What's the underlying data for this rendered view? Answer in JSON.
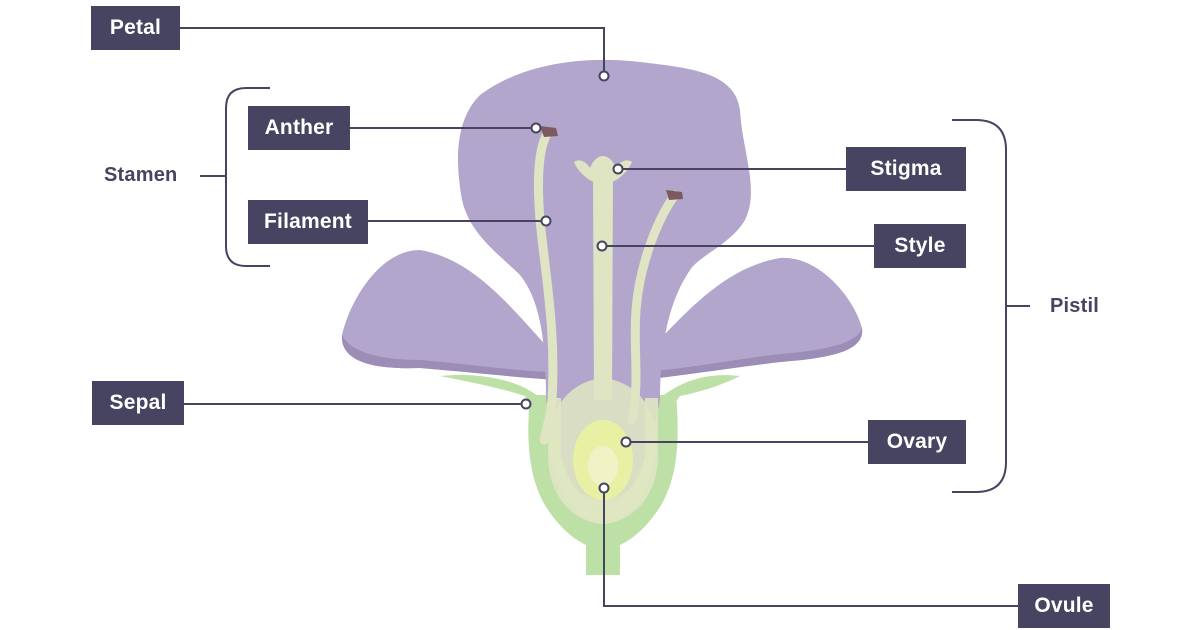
{
  "labels": {
    "petal": "Petal",
    "anther": "Anther",
    "filament": "Filament",
    "stamen": "Stamen",
    "sepal": "Sepal",
    "stigma": "Stigma",
    "style": "Style",
    "pistil": "Pistil",
    "ovary": "Ovary",
    "ovule": "Ovule"
  },
  "colors": {
    "label_bg": "#464460",
    "label_text": "#ffffff",
    "line": "#464460",
    "petal": "#b3a6cc",
    "petal_shade": "#9c8db7",
    "sepal": "#bde0a6",
    "ovary_wall": "#dfe6c2",
    "ovary_inner": "#e8f0a3",
    "ovule": "#f1f3c7",
    "filament": "#dfe4c2",
    "anther": "#7a5a5f"
  }
}
